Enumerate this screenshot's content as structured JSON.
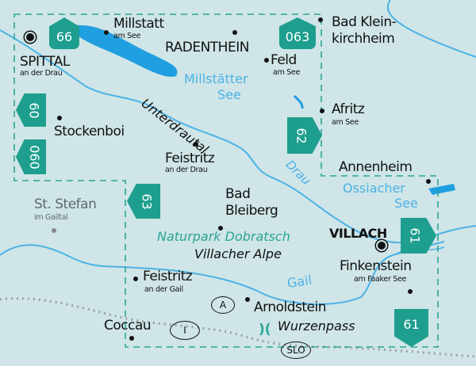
{
  "places": {
    "spittal": {
      "name": "SPITTAL",
      "sub": "an der Drau"
    },
    "millstatt": {
      "name": "Millstatt",
      "sub": "am See"
    },
    "radenthein": {
      "name": "RADENTHEIN"
    },
    "feld": {
      "name": "Feld",
      "sub": "am See"
    },
    "bad_kleinkirchheim": {
      "name1": "Bad Klein-",
      "name2": "kirchheim"
    },
    "afritz": {
      "name": "Afritz",
      "sub": "am See"
    },
    "stockenboi": {
      "name": "Stockenboi"
    },
    "feistritz_drau": {
      "name": "Feistritz",
      "sub": "an der Drau"
    },
    "annenheim": {
      "name": "Annenheim"
    },
    "st_stefan": {
      "name": "St. Stefan",
      "sub": "im Gailtal"
    },
    "bad_bleiberg": {
      "name1": "Bad",
      "name2": "Bleiberg"
    },
    "villach": {
      "name": "VILLACH"
    },
    "finkenstein": {
      "name": "Finkenstein",
      "sub": "am Faaker See"
    },
    "feistritz_gail": {
      "name": "Feistritz",
      "sub": "an der Gail"
    },
    "arnoldstein": {
      "name": "Arnoldstein"
    },
    "coccau": {
      "name": "Coccau"
    }
  },
  "water": {
    "millstaetter_see1": "Millstätter",
    "millstaetter_see2": "See",
    "ossiacher_see1": "Ossiacher",
    "ossiacher_see2": "See",
    "drau": "Drau",
    "gail": "Gail"
  },
  "regions": {
    "unterdrautal": "Unterdrautal",
    "naturpark": "Naturpark Dobratsch",
    "villacher_alpe": "Villacher Alpe",
    "wurzenpass": "Wurzenpass"
  },
  "countries": {
    "austria": "A",
    "italy": "I",
    "slovenia": "SLO"
  },
  "map_sheets": [
    "66",
    "063",
    "60",
    "060",
    "62",
    "63",
    "61",
    "61"
  ],
  "colors": {
    "teal": "#1e9e8e",
    "water": "#4cb2e6",
    "background": "#cfe5e7"
  }
}
